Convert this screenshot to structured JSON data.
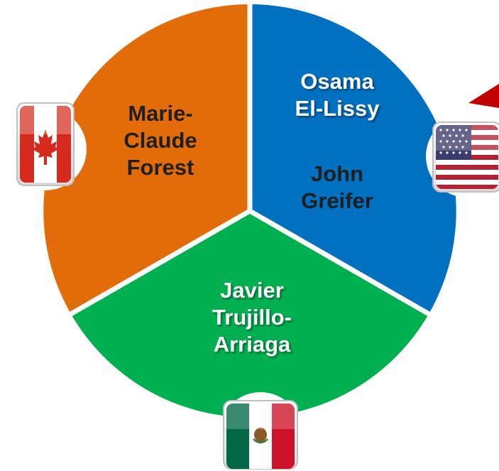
{
  "diagram": {
    "segments": [
      {
        "id": "canada",
        "color": "#E36C0A",
        "names": [
          "Marie-\nClaude\nForest"
        ],
        "flag": "canada-flag-icon"
      },
      {
        "id": "usa",
        "color": "#0070C0",
        "names": [
          "Osama\nEl-Lissy",
          "John\nGreifer"
        ],
        "flag": "usa-flag-icon"
      },
      {
        "id": "mexico",
        "color": "#00B050",
        "names": [
          "Javier\nTrujillo-\nArriaga"
        ],
        "flag": "mexico-flag-icon"
      }
    ],
    "labels": {
      "canada_name": "Marie-Claude Forest",
      "usa_name_1": "Osama El-Lissy",
      "usa_name_2": "John Greifer",
      "mexico_name": "Javier Trujillo-Arriaga"
    },
    "lines": {
      "canada": [
        "Marie-",
        "Claude",
        "Forest"
      ],
      "usa_1": [
        "Osama",
        "El-Lissy"
      ],
      "usa_2": [
        "John",
        "Greifer"
      ],
      "mexico": [
        "Javier",
        "Trujillo-",
        "Arriaga"
      ]
    },
    "colors": {
      "orange": "#E36C0A",
      "blue": "#0070C0",
      "green": "#00B050",
      "divider": "#ffffff",
      "arrow": "#C00000"
    }
  }
}
